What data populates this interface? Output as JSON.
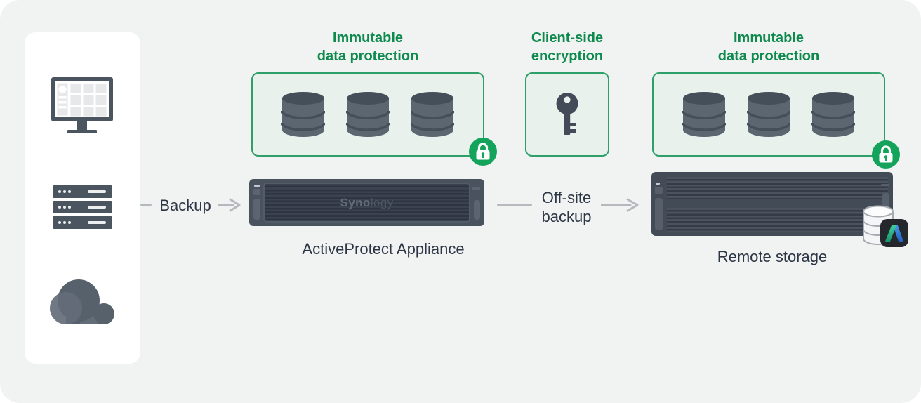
{
  "colors": {
    "canvas_bg": "#f1f2f2",
    "panel_bg": "#ffffff",
    "icon_slate": "#4b5560",
    "green_heading": "#0e8a4e",
    "green_border": "#2fa06a",
    "green_box_bg": "#e9f1ed",
    "green_badge": "#14a35a",
    "arrow_gray": "#b4b9bd",
    "label_dark": "#2c3644",
    "appliance_body": "#4a525e",
    "remote_body": "#434b57",
    "logo_green": "#2fbb8b",
    "logo_blue": "#2e78d2"
  },
  "sources": {
    "icons": [
      "desktop-computer",
      "server-stack",
      "cloud"
    ]
  },
  "flow_backup": {
    "label": "Backup"
  },
  "protection_left": {
    "title_line1": "Immutable",
    "title_line2": "data protection"
  },
  "encryption": {
    "title_line1": "Client-side",
    "title_line2": "encryption"
  },
  "protection_right": {
    "title_line1": "Immutable",
    "title_line2": "data protection"
  },
  "appliance": {
    "brand_bold": "Syno",
    "brand_rest": "logy",
    "label": "ActiveProtect Appliance"
  },
  "flow_offsite": {
    "label_line1": "Off-site",
    "label_line2": "backup"
  },
  "remote": {
    "label": "Remote storage"
  }
}
